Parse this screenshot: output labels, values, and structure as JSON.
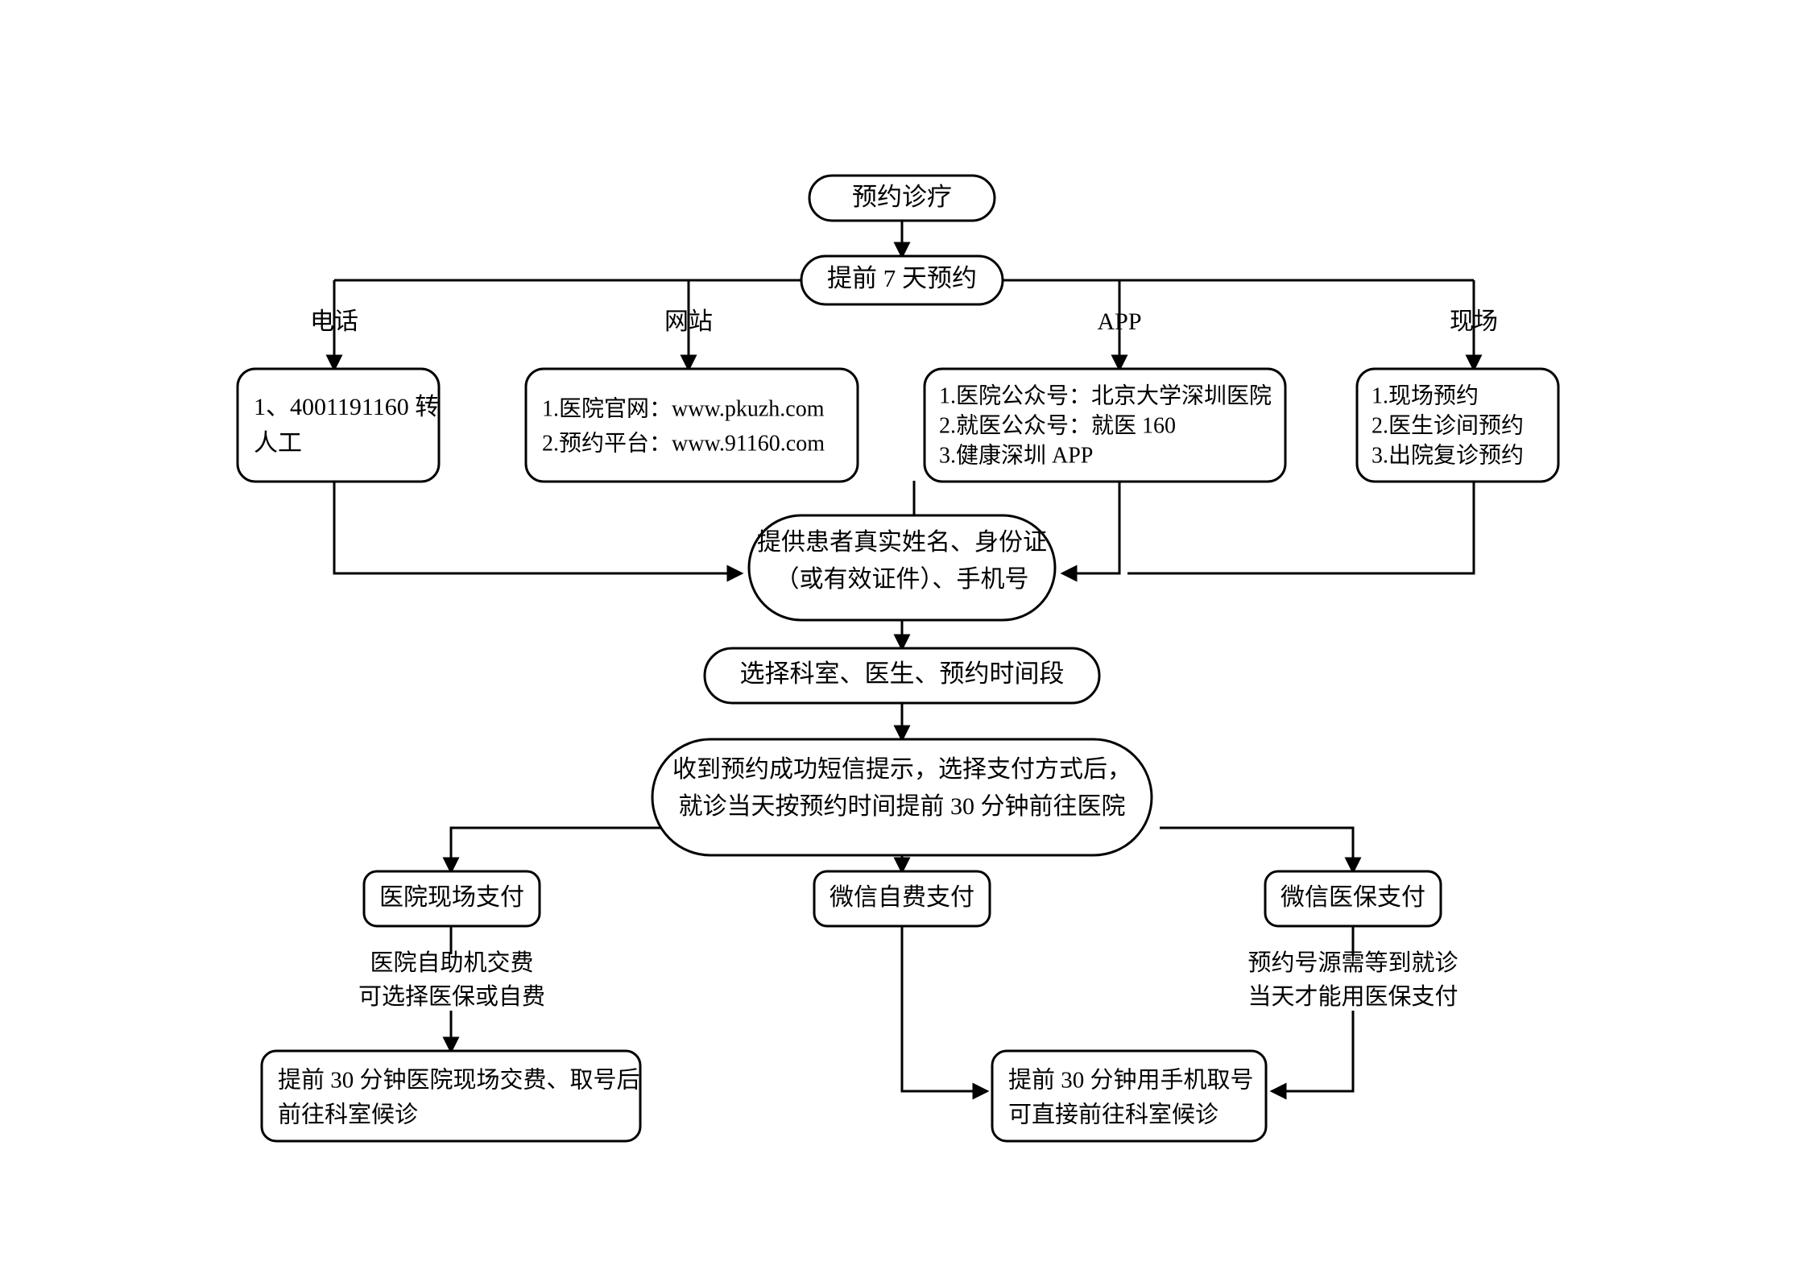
{
  "diagram": {
    "title": "预约诊疗流程图",
    "colors": {
      "stroke": "#000000",
      "fill": "#ffffff",
      "text": "#000000"
    },
    "nodes": {
      "start": {
        "label": "预约诊疗",
        "shape": "stadium"
      },
      "advance": {
        "label": "提前 7 天预约",
        "shape": "stadium"
      },
      "phone_box": {
        "lines": [
          "1、4001191160 转",
          "人工"
        ],
        "shape": "rounded-rect"
      },
      "web_box": {
        "lines": [
          "1.医院官网：www.pkuzh.com",
          "2.预约平台：www.91160.com"
        ],
        "shape": "rounded-rect"
      },
      "app_box": {
        "lines": [
          "1.医院公众号：北京大学深圳医院",
          "2.就医公众号：就医 160",
          "3.健康深圳 APP"
        ],
        "shape": "rounded-rect"
      },
      "onsite_box": {
        "lines": [
          "1.现场预约",
          "2.医生诊间预约",
          "3.出院复诊预约"
        ],
        "shape": "rounded-rect"
      },
      "provide_info": {
        "lines": [
          "提供患者真实姓名、身份证",
          "（或有效证件）、手机号"
        ],
        "shape": "stadium"
      },
      "select_dept": {
        "label": "选择科室、医生、预约时间段",
        "shape": "stadium"
      },
      "sms_notice": {
        "lines": [
          "收到预约成功短信提示，选择支付方式后，",
          "就诊当天按预约时间提前 30 分钟前往医院"
        ],
        "shape": "stadium"
      },
      "pay_onsite": {
        "label": "医院现场支付",
        "shape": "rounded-rect"
      },
      "pay_wechat_self": {
        "label": "微信自费支付",
        "shape": "rounded-rect"
      },
      "pay_wechat_insurance": {
        "label": "微信医保支付",
        "shape": "rounded-rect"
      },
      "result_onsite": {
        "lines": [
          "提前 30 分钟医院现场交费、取号后",
          "前往科室候诊"
        ],
        "shape": "rounded-rect"
      },
      "result_mobile": {
        "lines": [
          "提前 30 分钟用手机取号",
          "可直接前往科室候诊"
        ],
        "shape": "rounded-rect"
      }
    },
    "branch_labels": {
      "phone": "电话",
      "website": "网站",
      "app": "APP",
      "onsite": "现场"
    },
    "annotations": {
      "onsite_pay_note": [
        "医院自助机交费",
        "可选择医保或自费"
      ],
      "insurance_pay_note": [
        "预约号源需等到就诊",
        "当天才能用医保支付"
      ]
    }
  }
}
